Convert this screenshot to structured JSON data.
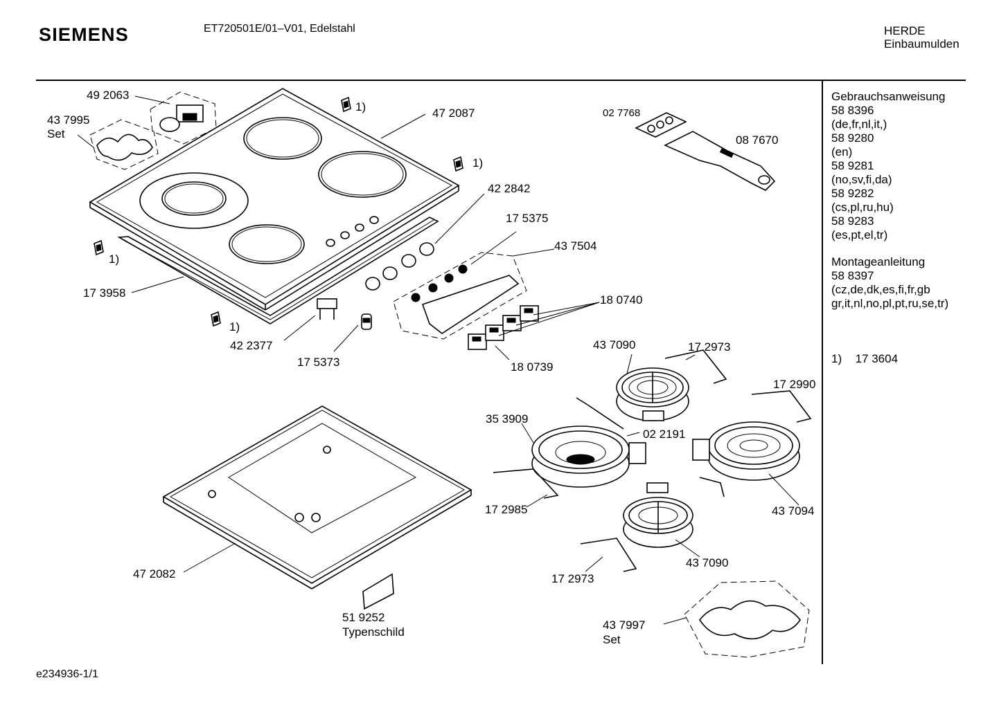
{
  "header": {
    "brand": "SIEMENS",
    "model": "ET720501E/01–V01, Edelstahl",
    "category_line1": "HERDE",
    "category_line2": "Einbaumulden"
  },
  "sidebar": {
    "manual_title": "Gebrauchsanweisung",
    "manuals": [
      {
        "number": "58 8396",
        "langs": "(de,fr,nl,it,)"
      },
      {
        "number": "58 9280",
        "langs": "(en)"
      },
      {
        "number": "58 9281",
        "langs": "(no,sv,fi,da)"
      },
      {
        "number": "58 9282",
        "langs": "(cs,pl,ru,hu)"
      },
      {
        "number": "58 9283",
        "langs": "(es,pt,el,tr)"
      }
    ],
    "install_title": "Montageanleitung",
    "install_number": "58 8397",
    "install_langs_1": "(cz,de,dk,es,fi,fr,gb",
    "install_langs_2": "gr,it,nl,no,pl,pt,ru,se,tr)",
    "footnote_marker": "1)",
    "footnote_part": "17 3604"
  },
  "parts": {
    "p492063": "49 2063",
    "p437995": "43 7995",
    "set": "Set",
    "p472087": "47 2087",
    "fn": "1)",
    "p027768": "02 7768",
    "p087670": "08 7670",
    "p422842": "42 2842",
    "p175375": "17 5375",
    "p437504": "43 7504",
    "p173958": "17 3958",
    "p180740": "18 0740",
    "p422377": "42 2377",
    "p175373": "17 5373",
    "p180739": "18 0739",
    "p437090a": "43 7090",
    "p172973a": "17 2973",
    "p172990": "17 2990",
    "p353909": "35 3909",
    "p022191": "02 2191",
    "p172985": "17 2985",
    "p437094": "43 7094",
    "p437090b": "43 7090",
    "p472082": "47 2082",
    "p172973b": "17 2973",
    "p519252": "51 9252",
    "typenschild": "Typenschild",
    "p437997": "43 7997"
  },
  "footer": {
    "code": "e234936-1/1"
  }
}
